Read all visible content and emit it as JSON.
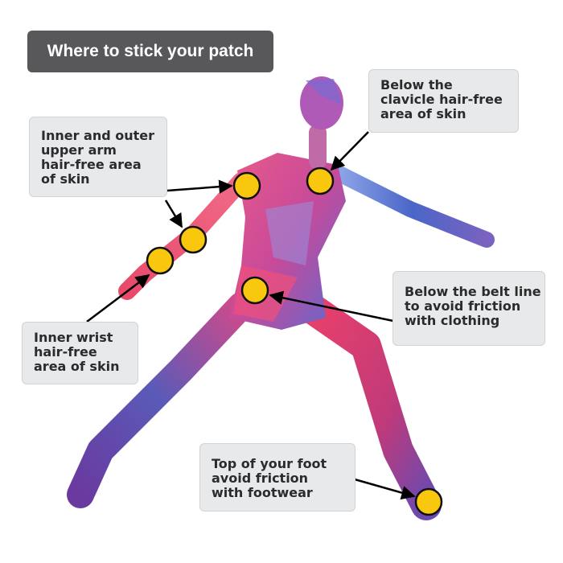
{
  "title": "Where to stick your patch",
  "labels": {
    "upper_arm": [
      "Inner and outer",
      "upper arm",
      "hair-free area",
      "of skin"
    ],
    "clavicle": [
      "Below the",
      "clavicle hair-free",
      "area of skin"
    ],
    "belt": [
      "Below the belt line",
      "to avoid friction",
      "with clothing"
    ],
    "wrist": [
      "Inner wrist",
      "hair-free",
      "area of skin"
    ],
    "foot": [
      "Top of your foot",
      "avoid friction",
      "with footwear"
    ]
  },
  "colors": {
    "dot": "#f9c80e",
    "label_bg": "#e8e9ea",
    "title_bg": "#58585a"
  }
}
